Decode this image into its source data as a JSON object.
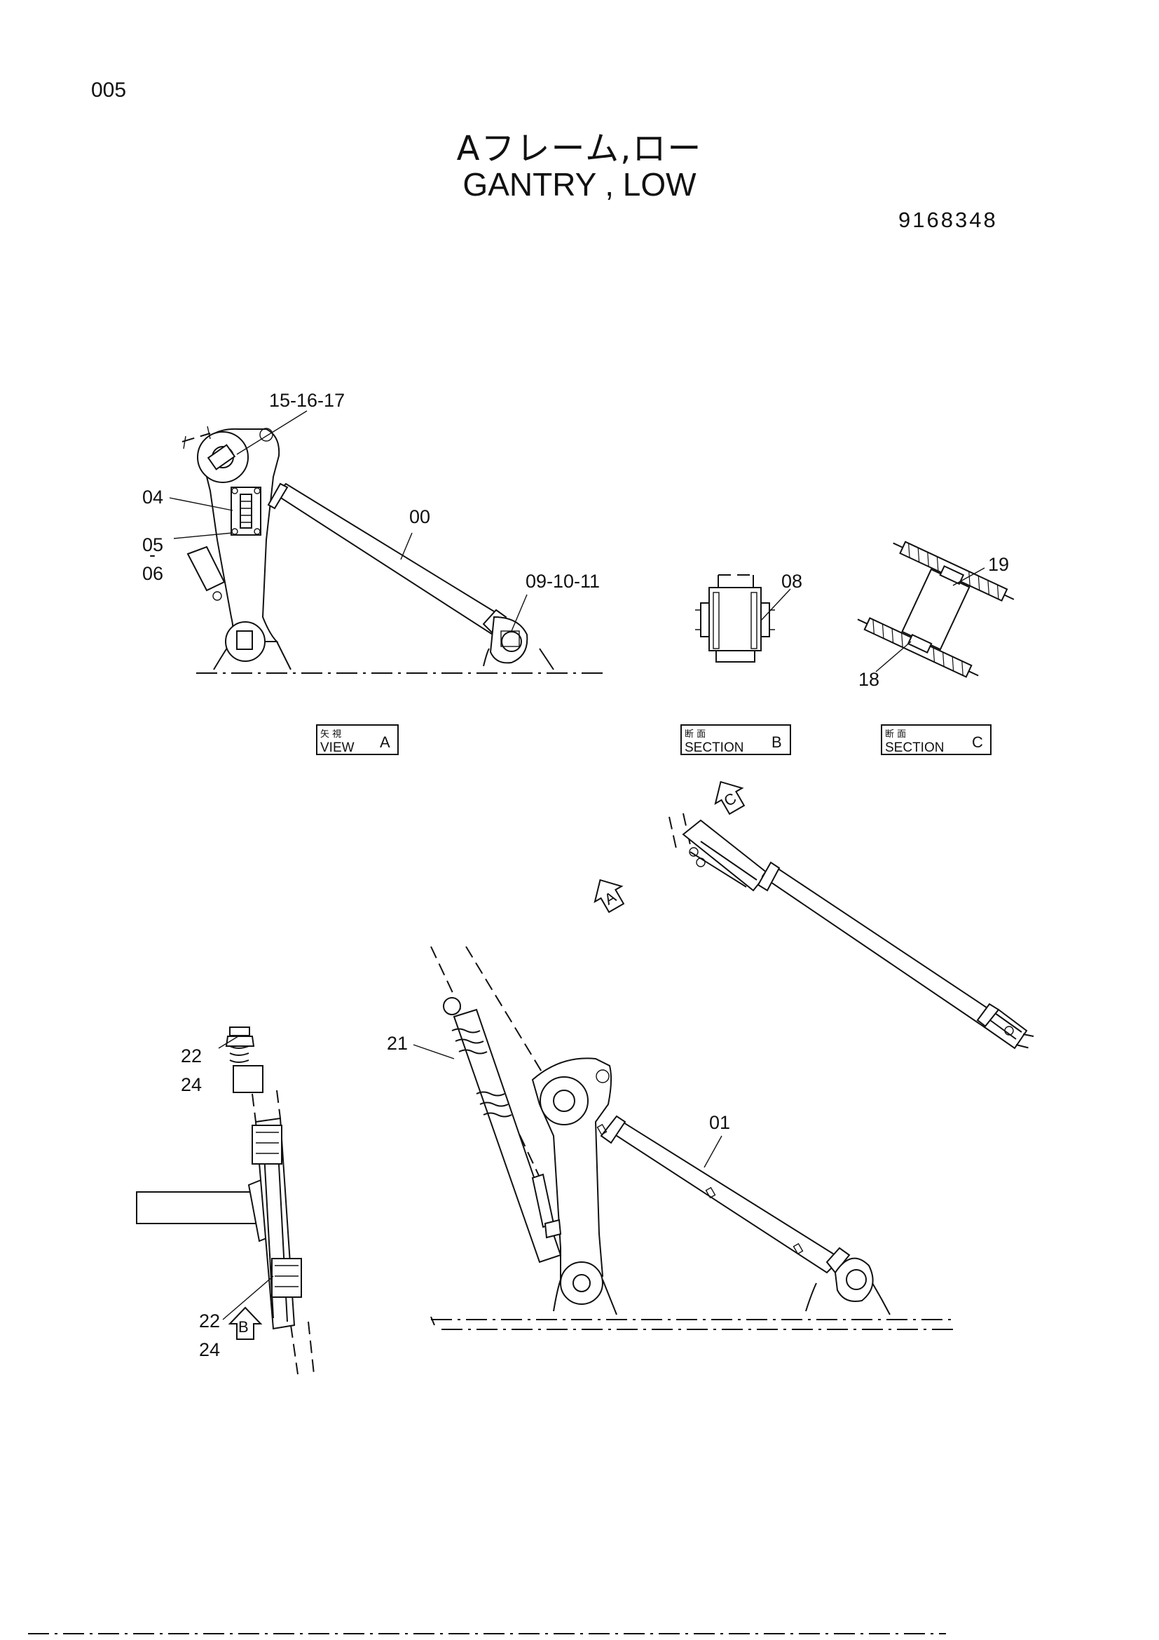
{
  "header": {
    "page_number": "005",
    "title_ja": "Aフレーム,ロー",
    "title_en": "GANTRY , LOW",
    "part_number": "9168348"
  },
  "callouts": {
    "c_15_16_17": "15-16-17",
    "c_04": "04",
    "c_05": "05",
    "c_05_06_dash": "-",
    "c_06": "06",
    "c_00": "00",
    "c_09_10_11": "09-10-11",
    "c_08": "08",
    "c_19": "19",
    "c_18": "18",
    "c_21": "21",
    "c_01": "01",
    "c_22_top": "22",
    "c_24_top": "24",
    "c_22_bottom": "22",
    "c_24_bottom": "24"
  },
  "view_labels": {
    "view_a": {
      "ja": "矢 視",
      "en": "VIEW",
      "letter": "A"
    },
    "section_b": {
      "ja": "断 面",
      "en": "SECTION",
      "letter": "B"
    },
    "section_c": {
      "ja": "断 面",
      "en": "SECTION",
      "letter": "C"
    }
  },
  "view_arrows": {
    "arrow_a": "A",
    "arrow_b": "B",
    "arrow_c": "C"
  }
}
